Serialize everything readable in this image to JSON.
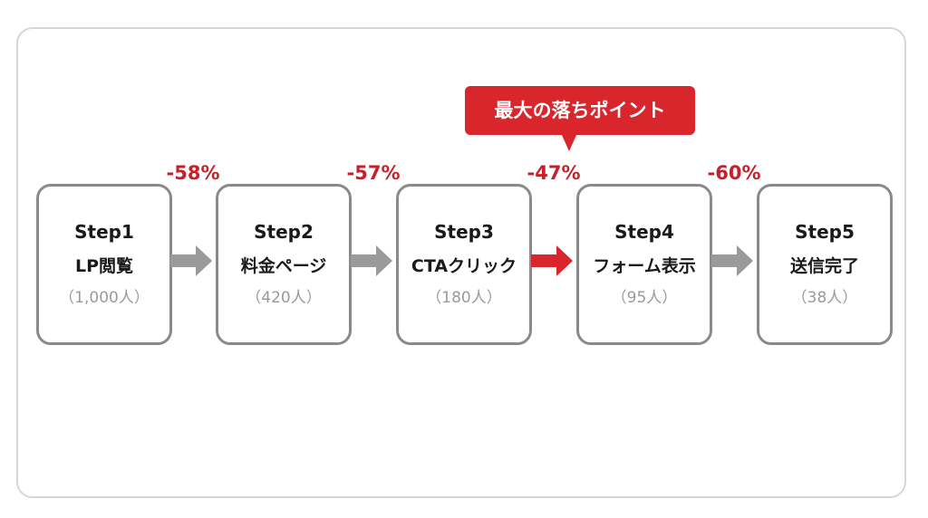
{
  "callout": {
    "text": "最大の落ちポイント",
    "color": "#d9262d"
  },
  "colors": {
    "box_border": "#8a8a8a",
    "arrow_default": "#9a9a9a",
    "arrow_highlight": "#d9262d",
    "drop_text": "#c8202a",
    "count_text": "#9a9a9a"
  },
  "steps": [
    {
      "title": "Step1",
      "label": "LP閲覧",
      "count": "（1,000人）"
    },
    {
      "title": "Step2",
      "label": "料金ページ",
      "count": "（420人）"
    },
    {
      "title": "Step3",
      "label": "CTAクリック",
      "count": "（180人）"
    },
    {
      "title": "Step4",
      "label": "フォーム表示",
      "count": "（95人）"
    },
    {
      "title": "Step5",
      "label": "送信完了",
      "count": "（38人）"
    }
  ],
  "drops": [
    {
      "value": "-58%",
      "highlight": false
    },
    {
      "value": "-57%",
      "highlight": false
    },
    {
      "value": "-47%",
      "highlight": true
    },
    {
      "value": "-60%",
      "highlight": false
    }
  ]
}
